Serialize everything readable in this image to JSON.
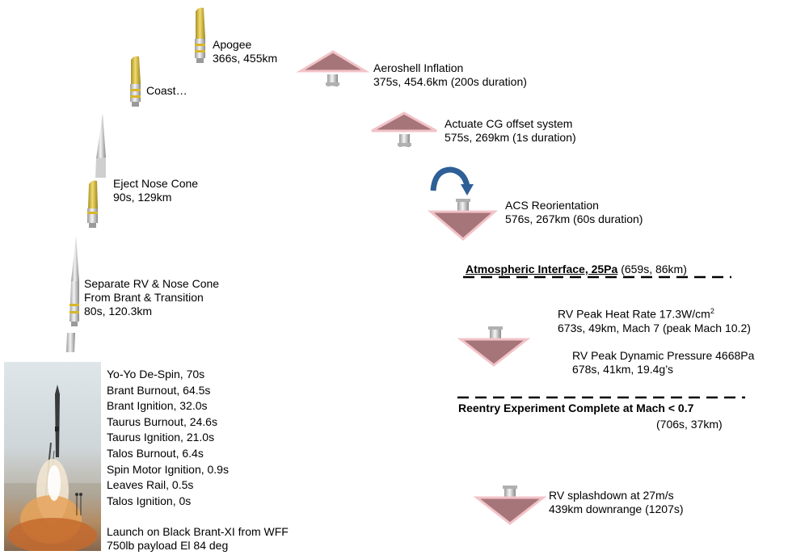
{
  "colors": {
    "aeroshell_fill": "#a6757a",
    "aeroshell_edge": "#f2c3c8",
    "rocket_body": "#d8d8d8",
    "rocket_band": "#e0c53a",
    "arrow": "#2e5f96"
  },
  "stages": {
    "apogee": {
      "title": "Apogee",
      "detail": "366s, 455km"
    },
    "coast": {
      "title": "Coast…"
    },
    "eject_nose": {
      "title": "Eject Nose Cone",
      "detail": "90s, 129km"
    },
    "separate_rv": {
      "line1": "Separate RV & Nose Cone",
      "line2": "From Brant & Transition",
      "line3": "80s, 120.3km"
    },
    "aeroshell_inflation": {
      "title": "Aeroshell Inflation",
      "detail": "375s, 454.6km (200s duration)"
    },
    "actuate_cg": {
      "title": "Actuate CG offset system",
      "detail": "575s, 269km (1s duration)"
    },
    "acs_reorientation": {
      "title": "ACS Reorientation",
      "detail": "576s, 267km (60s duration)"
    },
    "atmospheric_interface": {
      "title": "Atmospheric Interface, 25Pa",
      "detail": "(659s, 86km)"
    },
    "peak_heat": {
      "title": "RV Peak Heat Rate 17.3W/cm",
      "sup": "2",
      "detail": "673s, 49km, Mach 7 (peak Mach 10.2)"
    },
    "peak_pressure": {
      "title": "RV Peak Dynamic Pressure 4668Pa",
      "detail": "678s, 41km, 19.4g’s"
    },
    "reentry_complete": {
      "title": "Reentry Experiment Complete at Mach < 0.7",
      "detail": "(706s, 37km)"
    },
    "splashdown": {
      "title": "RV splashdown at 27m/s",
      "detail": "439km downrange (1207s)"
    }
  },
  "launch_events": [
    "Yo-Yo De-Spin, 70s",
    "Brant Burnout, 64.5s",
    "Brant Ignition, 32.0s",
    "Taurus Burnout, 24.6s",
    "Taurus Ignition, 21.0s",
    "Talos Burnout, 6.4s",
    "Spin Motor Ignition, 0.9s",
    "Leaves Rail, 0.5s",
    "Talos Ignition, 0s"
  ],
  "launch_info": {
    "line1": "Launch on Black Brant-XI from WFF",
    "line2": "750lb payload El 84 deg"
  }
}
